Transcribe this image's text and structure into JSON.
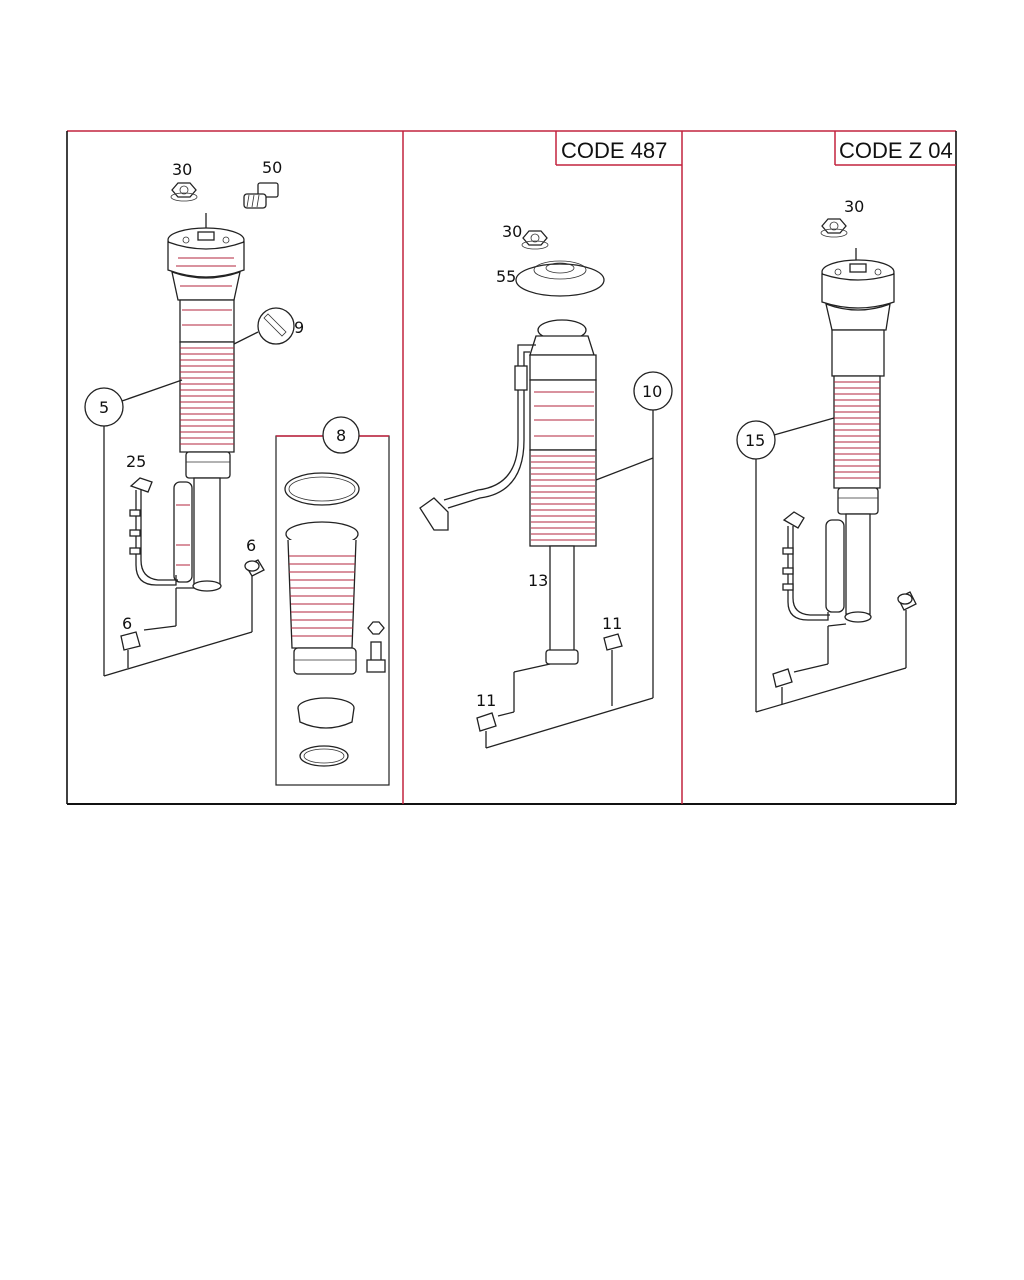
{
  "colors": {
    "frame_accent": "#c2233e",
    "line": "#222222"
  },
  "panels": [
    {
      "code_label": "",
      "callouts": {
        "nut": "30",
        "screw": "50",
        "wrench": "9",
        "strut": "5",
        "sensor_line": "25",
        "buffer_right": "6",
        "buffer_left": "6",
        "kit": "8"
      }
    },
    {
      "code_label": "CODE 487",
      "callouts": {
        "nut": "30",
        "mount": "55",
        "strut": "10",
        "rod": "13",
        "buffer_right": "11",
        "buffer_left": "11"
      }
    },
    {
      "code_label": "CODE Z 04",
      "callouts": {
        "nut": "30",
        "strut": "15"
      }
    }
  ]
}
